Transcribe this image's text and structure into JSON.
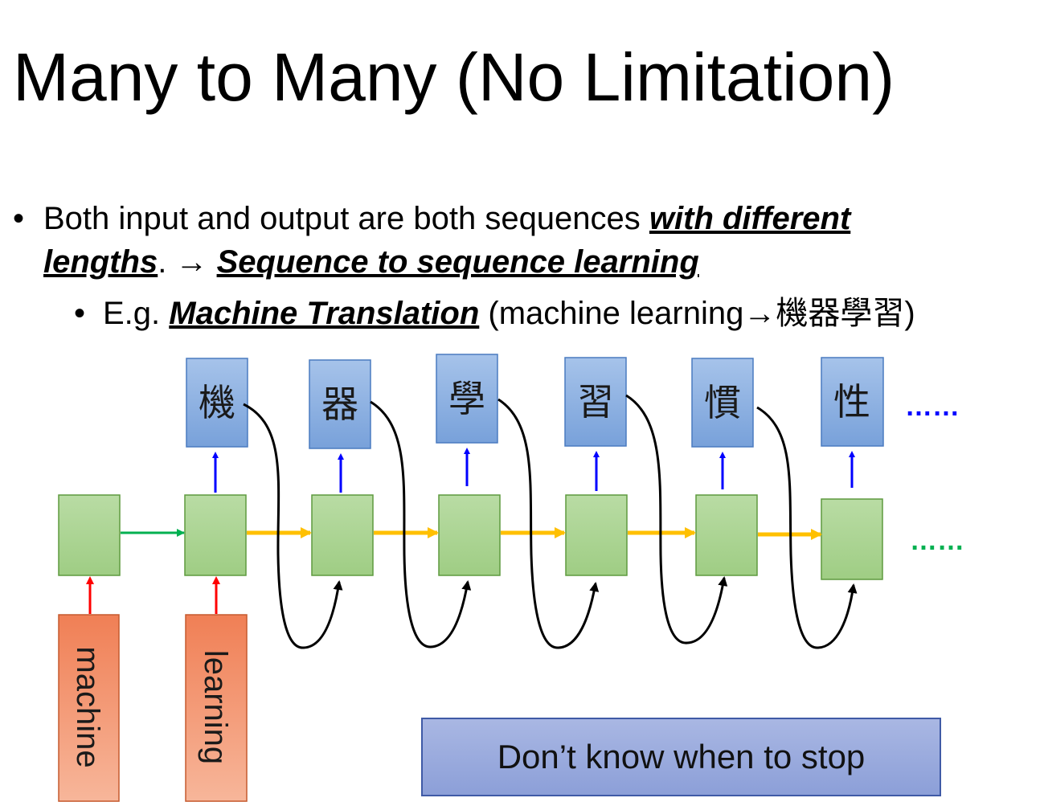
{
  "slide": {
    "title": "Many to Many (No Limitation)",
    "bullet1": {
      "marker": "•",
      "text": "Both input and output are both sequences ",
      "emphasis1": "with different",
      "emphasis1b": "lengths",
      "after_emphasis1": ". → ",
      "emphasis2": "Sequence to sequence learning"
    },
    "bullet2": {
      "marker": "•",
      "prefix": "E.g. ",
      "emphasis": "Machine Translation",
      "rest_a": " (machine learning→",
      "rest_cjk": "機器學習",
      "rest_b": ")"
    }
  },
  "diagram": {
    "outputs": [
      "機",
      "器",
      "學",
      "習",
      "慣",
      "性"
    ],
    "output_ellipsis": "……",
    "hidden_ellipsis": "……",
    "inputs": [
      "machine",
      "learning"
    ],
    "note": "Don’t know when to stop"
  },
  "colors": {
    "output_box": "#7ea6dc",
    "hidden_box": "#a7d08c",
    "input_box": "#f4a582",
    "blue_arrow": "#0000ff",
    "yellow_arrow": "#ffc000",
    "green_arrow": "#00b050",
    "red_arrow": "#ff0000",
    "feedback_arrow": "#000000"
  }
}
